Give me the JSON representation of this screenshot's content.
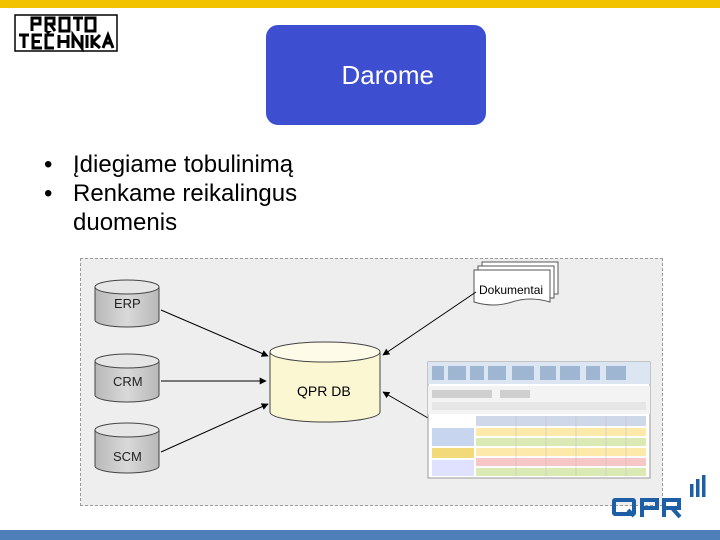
{
  "logo": {
    "alt": "PROTO TECHNIKA"
  },
  "title": "Darome",
  "bullets": [
    {
      "text": "Įdiegiame tobulinimą"
    },
    {
      "text": "Renkame reikalingus duomenis"
    }
  ],
  "diagram": {
    "sources": [
      {
        "label": "ERP"
      },
      {
        "label": "CRM"
      },
      {
        "label": "SCM"
      }
    ],
    "target": {
      "label": "QPR DB"
    },
    "documents": {
      "label": "Dokumentai"
    },
    "screenshot": {
      "icon": "spreadsheet-screenshot"
    }
  },
  "qpr_logo": {
    "text": "QPR"
  },
  "colors": {
    "title_bg": "#3d4fd0",
    "top_bar": "#f2c200",
    "bottom_bar": "#4f7fb8",
    "qpr_logo": "#1d5fa6"
  }
}
